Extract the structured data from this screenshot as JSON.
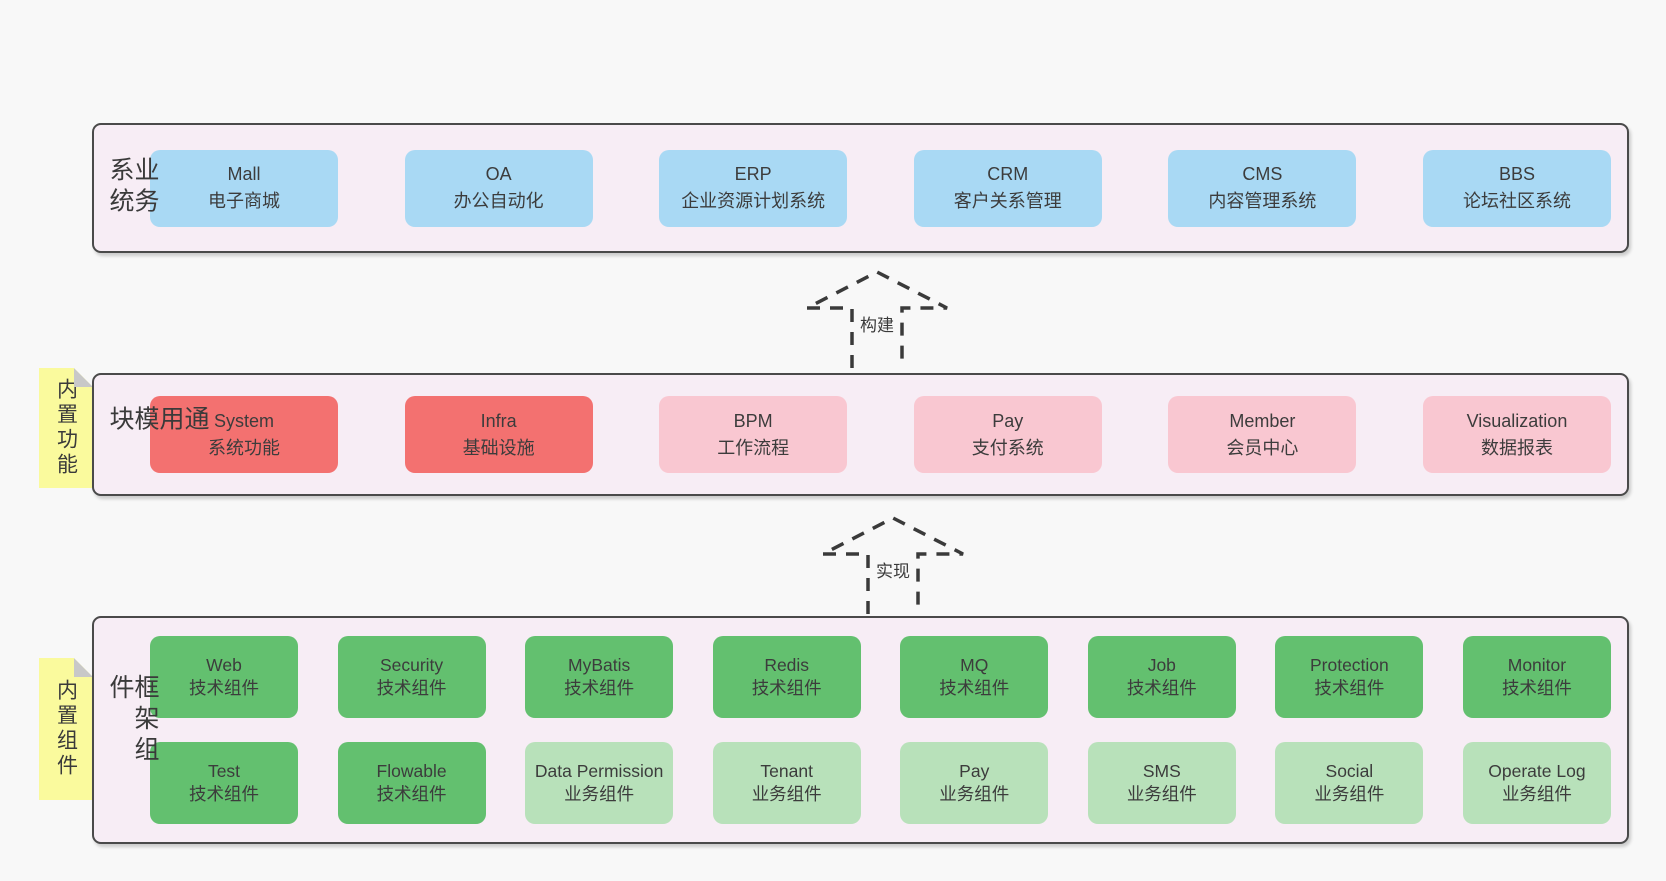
{
  "colors": {
    "page_bg": "#f8f8f8",
    "layer_bg": "#f7edf5",
    "layer_border": "#4a4a4a",
    "blue": "#a9d9f4",
    "red": "#f37170",
    "pink": "#f9c7d1",
    "green": "#63c06f",
    "light_green": "#b8e1ba",
    "note_yellow": "#fafa9d",
    "note_fold": "#c8c8c8",
    "text": "#3d3d3d",
    "arrow": "#3a3a3a"
  },
  "layers": [
    {
      "id": "business",
      "label": "业务系统",
      "boxes": [
        {
          "name": "Mall",
          "desc": "电子商城",
          "type": "blue"
        },
        {
          "name": "OA",
          "desc": "办公自动化",
          "type": "blue"
        },
        {
          "name": "ERP",
          "desc": "企业资源计划系统",
          "type": "blue"
        },
        {
          "name": "CRM",
          "desc": "客户关系管理",
          "type": "blue"
        },
        {
          "name": "CMS",
          "desc": "内容管理系统",
          "type": "blue"
        },
        {
          "name": "BBS",
          "desc": "论坛社区系统",
          "type": "blue"
        }
      ]
    },
    {
      "id": "modules",
      "label": "通用模块",
      "note": "内置功能",
      "boxes": [
        {
          "name": "System",
          "desc": "系统功能",
          "type": "red"
        },
        {
          "name": "Infra",
          "desc": "基础设施",
          "type": "red"
        },
        {
          "name": "BPM",
          "desc": "工作流程",
          "type": "pink"
        },
        {
          "name": "Pay",
          "desc": "支付系统",
          "type": "pink"
        },
        {
          "name": "Member",
          "desc": "会员中心",
          "type": "pink"
        },
        {
          "name": "Visualization",
          "desc": "数据报表",
          "type": "pink"
        }
      ]
    },
    {
      "id": "components",
      "label": "框架组件",
      "note": "内置组件",
      "rows": [
        [
          {
            "name": "Web",
            "desc": "技术组件",
            "type": "green"
          },
          {
            "name": "Security",
            "desc": "技术组件",
            "type": "green"
          },
          {
            "name": "MyBatis",
            "desc": "技术组件",
            "type": "green"
          },
          {
            "name": "Redis",
            "desc": "技术组件",
            "type": "green"
          },
          {
            "name": "MQ",
            "desc": "技术组件",
            "type": "green"
          },
          {
            "name": "Job",
            "desc": "技术组件",
            "type": "green"
          },
          {
            "name": "Protection",
            "desc": "技术组件",
            "type": "green"
          },
          {
            "name": "Monitor",
            "desc": "技术组件",
            "type": "green"
          }
        ],
        [
          {
            "name": "Test",
            "desc": "技术组件",
            "type": "green"
          },
          {
            "name": "Flowable",
            "desc": "技术组件",
            "type": "green"
          },
          {
            "name": "Data Permission",
            "desc": "业务组件",
            "type": "lightgreen"
          },
          {
            "name": "Tenant",
            "desc": "业务组件",
            "type": "lightgreen"
          },
          {
            "name": "Pay",
            "desc": "业务组件",
            "type": "lightgreen"
          },
          {
            "name": "SMS",
            "desc": "业务组件",
            "type": "lightgreen"
          },
          {
            "name": "Social",
            "desc": "业务组件",
            "type": "lightgreen"
          },
          {
            "name": "Operate Log",
            "desc": "业务组件",
            "type": "lightgreen"
          }
        ]
      ]
    }
  ],
  "arrows": [
    {
      "label": "构建"
    },
    {
      "label": "实现"
    }
  ]
}
